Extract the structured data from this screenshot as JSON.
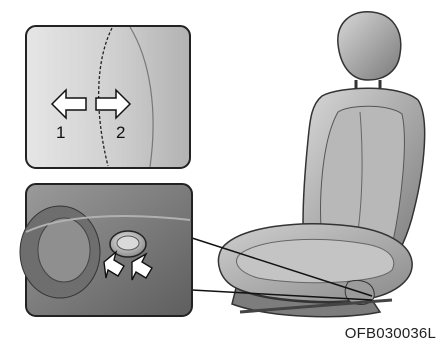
{
  "illustration": {
    "subject": "seat-illustration",
    "inset_top": {
      "labels": [
        "1",
        "2"
      ]
    },
    "inset_bottom": {}
  },
  "figure_code": "OFB030036L"
}
